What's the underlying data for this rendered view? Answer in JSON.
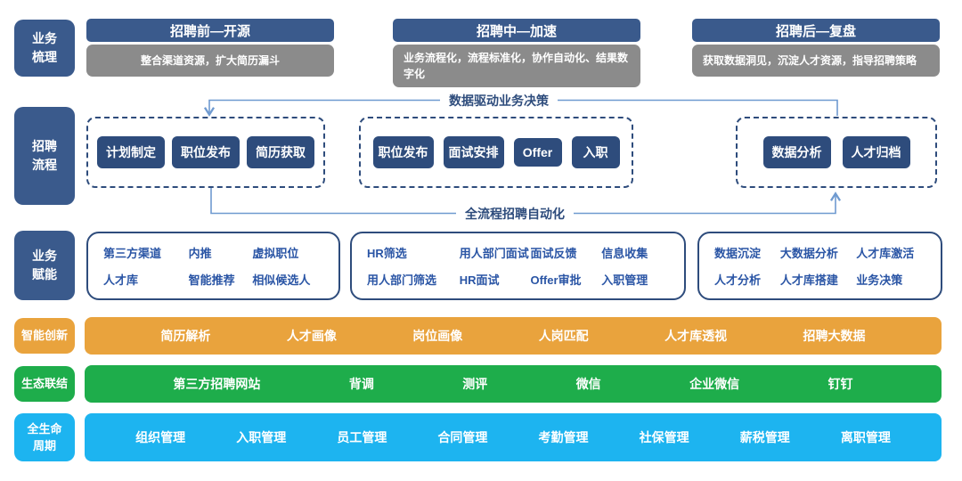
{
  "colors": {
    "navy": "#3a5a8c",
    "dark_navy": "#2e4c7c",
    "blue_text": "#2a55a5",
    "gray": "#8b8b8b",
    "orange": "#e9a33d",
    "green": "#1ead4b",
    "cyan": "#1db4f0",
    "line_blue": "#6f9ad0"
  },
  "side_labels": [
    {
      "label": "业务\n梳理"
    },
    {
      "label": "招聘\n流程"
    },
    {
      "label": "业务\n赋能"
    },
    {
      "label": "智能创新"
    },
    {
      "label": "生态联结"
    },
    {
      "label": "全生命\n周期"
    }
  ],
  "phases": [
    {
      "title": "招聘前—开源",
      "desc": "整合渠道资源，扩大简历漏斗"
    },
    {
      "title": "招聘中—加速",
      "desc": "业务流程化，流程标准化，协作自动化、结果数字化"
    },
    {
      "title": "招聘后—复盘",
      "desc": "获取数据洞见，沉淀人才资源，指导招聘策略"
    }
  ],
  "flow": {
    "top_connector_label": "数据驱动业务决策",
    "bottom_connector_label": "全流程招聘自动化",
    "groups": [
      {
        "steps": [
          "计划制定",
          "职位发布",
          "简历获取"
        ]
      },
      {
        "steps": [
          "职位发布",
          "面试安排",
          "Offer",
          "入职"
        ]
      },
      {
        "steps": [
          "数据分析",
          "人才归档"
        ]
      }
    ]
  },
  "enable": {
    "groups": [
      {
        "items": [
          "第三方渠道",
          "内推",
          "虚拟职位",
          "人才库",
          "智能推荐",
          "相似候选人"
        ]
      },
      {
        "items": [
          "HR筛选",
          "用人部门面试",
          "面试反馈",
          "信息收集",
          "用人部门筛选",
          "HR面试",
          "Offer审批",
          "入职管理"
        ]
      },
      {
        "items": [
          "数据沉淀",
          "大数据分析",
          "人才库激活",
          "人才分析",
          "人才库搭建",
          "业务决策"
        ]
      }
    ]
  },
  "bars": {
    "innovation": {
      "items": [
        "简历解析",
        "人才画像",
        "岗位画像",
        "人岗匹配",
        "人才库透视",
        "招聘大数据"
      ]
    },
    "ecosystem": {
      "items": [
        "第三方招聘网站",
        "背调",
        "测评",
        "微信",
        "企业微信",
        "钉钉"
      ]
    },
    "lifecycle": {
      "items": [
        "组织管理",
        "入职管理",
        "员工管理",
        "合同管理",
        "考勤管理",
        "社保管理",
        "薪税管理",
        "离职管理"
      ]
    }
  }
}
